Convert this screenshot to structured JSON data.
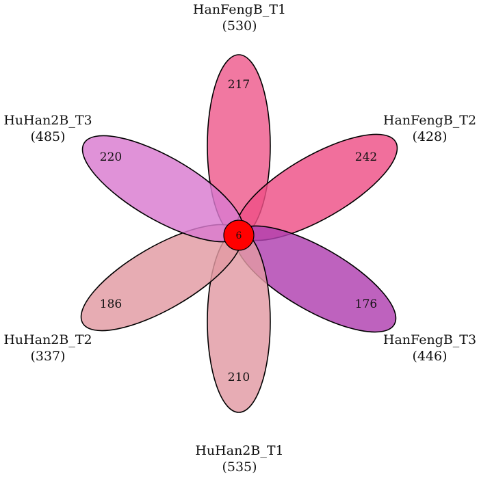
{
  "diagram": {
    "type": "flower-venn",
    "core": {
      "value": "6",
      "color": "#ff0000"
    },
    "sets": [
      {
        "id": "hanfengb-t1",
        "name": "HanFengB_T1",
        "total": "(530)",
        "unique": "217",
        "color": "#ee5a8c"
      },
      {
        "id": "hanfengb-t2",
        "name": "HanFengB_T2",
        "total": "(428)",
        "unique": "242",
        "color": "#ee4f86"
      },
      {
        "id": "hanfengb-t3",
        "name": "HanFengB_T3",
        "total": "(446)",
        "unique": "176",
        "color": "#b040b0"
      },
      {
        "id": "huhan2b-t1",
        "name": "HuHan2B_T1",
        "total": "(535)",
        "unique": "210",
        "color": "#e29aa4"
      },
      {
        "id": "huhan2b-t2",
        "name": "HuHan2B_T2",
        "total": "(337)",
        "unique": "186",
        "color": "#e29aa2"
      },
      {
        "id": "huhan2b-t3",
        "name": "HuHan2B_T3",
        "total": "(485)",
        "unique": "220",
        "color": "#d97ad0"
      }
    ]
  }
}
